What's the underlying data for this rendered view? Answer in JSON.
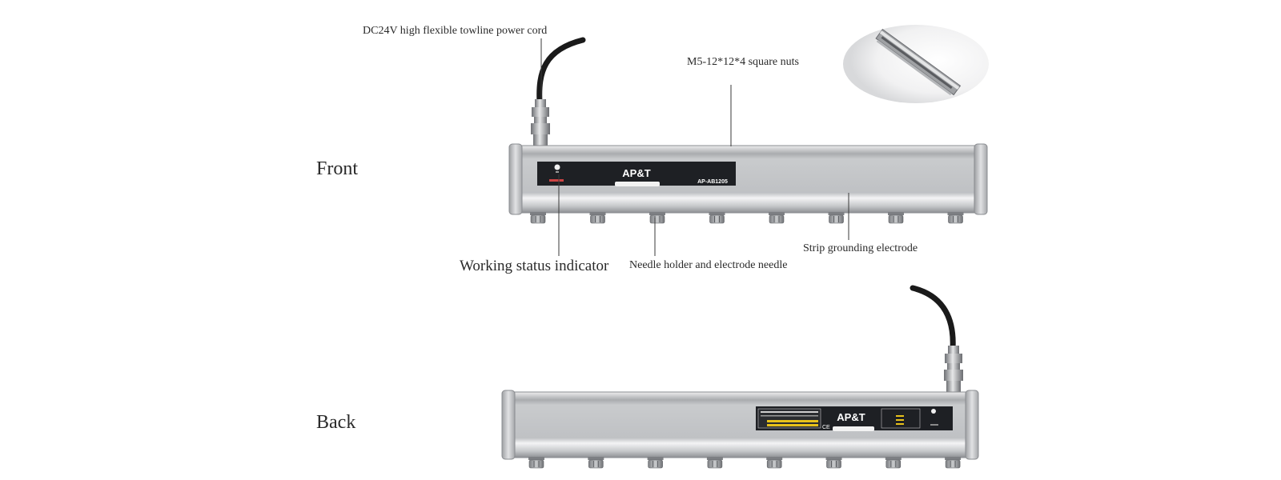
{
  "views": {
    "front_label": "Front",
    "back_label": "Back"
  },
  "callouts": {
    "power_cord": "DC24V high flexible towline power cord",
    "square_nuts": "M5-12*12*4 square nuts",
    "status_indicator": "Working status indicator",
    "needle_holder": "Needle holder and electrode needle",
    "grounding_electrode": "Strip grounding electrode"
  },
  "front_bar": {
    "brand": "AP&T",
    "model": "AP-AB1205"
  },
  "back_bar": {
    "brand": "AP&T"
  },
  "colors": {
    "aluminum_light": "#d9dadc",
    "aluminum_mid": "#b4b6b9",
    "aluminum_dark": "#8e9094",
    "panel_black": "#1e2024",
    "cable": "#1a1a1a",
    "leader_line": "#3a3a3a",
    "warning_yellow": "#e8c21a"
  }
}
